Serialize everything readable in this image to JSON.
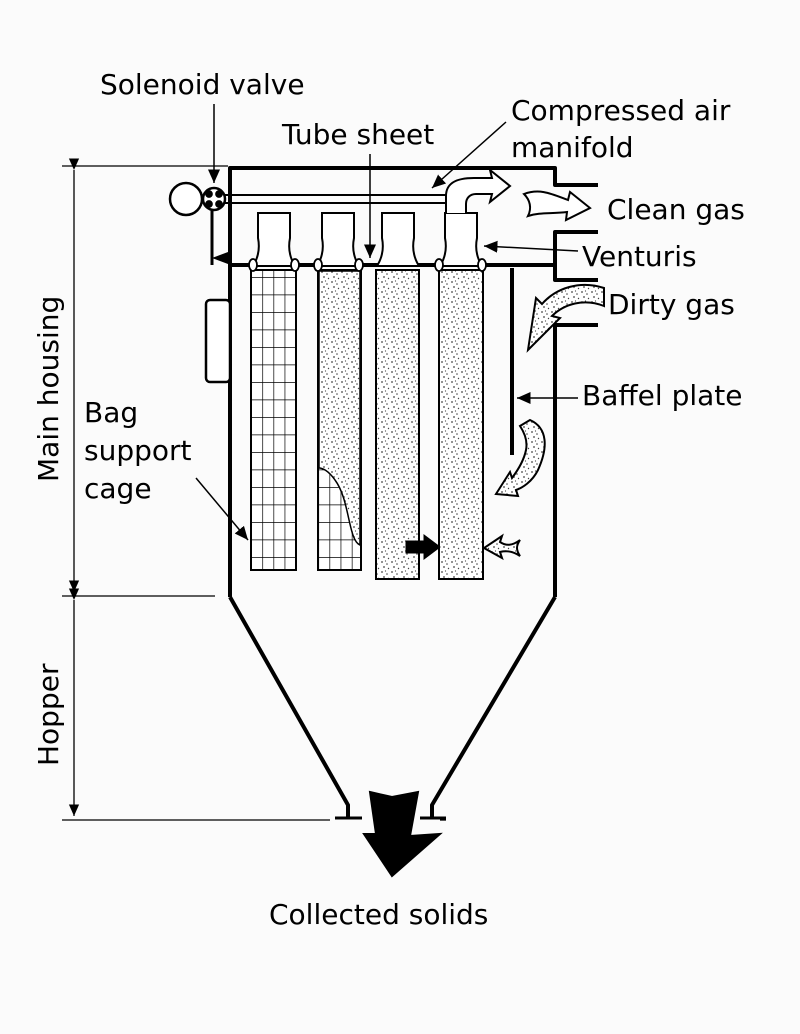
{
  "labels": {
    "solenoid_valve": "Solenoid valve",
    "tube_sheet": "Tube sheet",
    "compressed_air_1": "Compressed air",
    "compressed_air_2": "manifold",
    "clean_gas": "Clean gas",
    "venturis": "Venturis",
    "dirty_gas": "Dirty gas",
    "baffel_plate": "Baffel plate",
    "bag_1": "Bag",
    "bag_2": "support",
    "bag_3": "cage",
    "main_housing": "Main housing",
    "hopper": "Hopper",
    "collected_solids": "Collected solids"
  },
  "colors": {
    "line": "#000000",
    "background": "#fbfbfb",
    "dust": "#9a9a9a"
  }
}
